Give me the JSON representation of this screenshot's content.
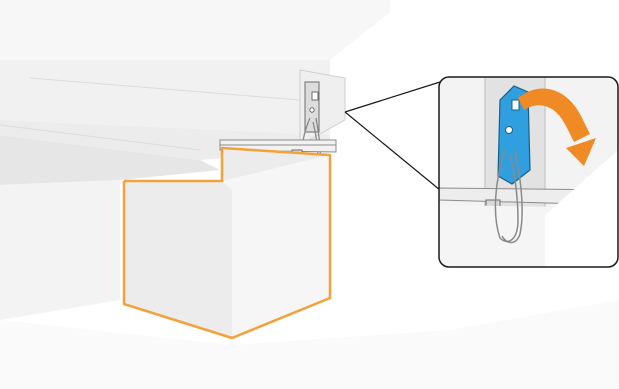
{
  "illustration": {
    "subject": "printer-side-panel-and-bin-mechanical-diagram",
    "colors": {
      "background": "#ffffff",
      "panel_light": "#f4f4f4",
      "panel_mid": "#e9e9e9",
      "panel_dark": "#d6d6d6",
      "outline": "#8c8c8c",
      "highlight_orange": "#f5a13a",
      "part_blue": "#2f9fe0",
      "arrow_orange": "#f08a24",
      "callout_border": "#1a1a1a"
    },
    "icons": [
      "bin-outline-highlight",
      "mounting-bracket",
      "cable-loop",
      "callout-zoom-inset",
      "latch-part-highlight",
      "rotate-arrow"
    ],
    "highlighted_part": "latch-part",
    "motion": "rotate-clockwise"
  }
}
